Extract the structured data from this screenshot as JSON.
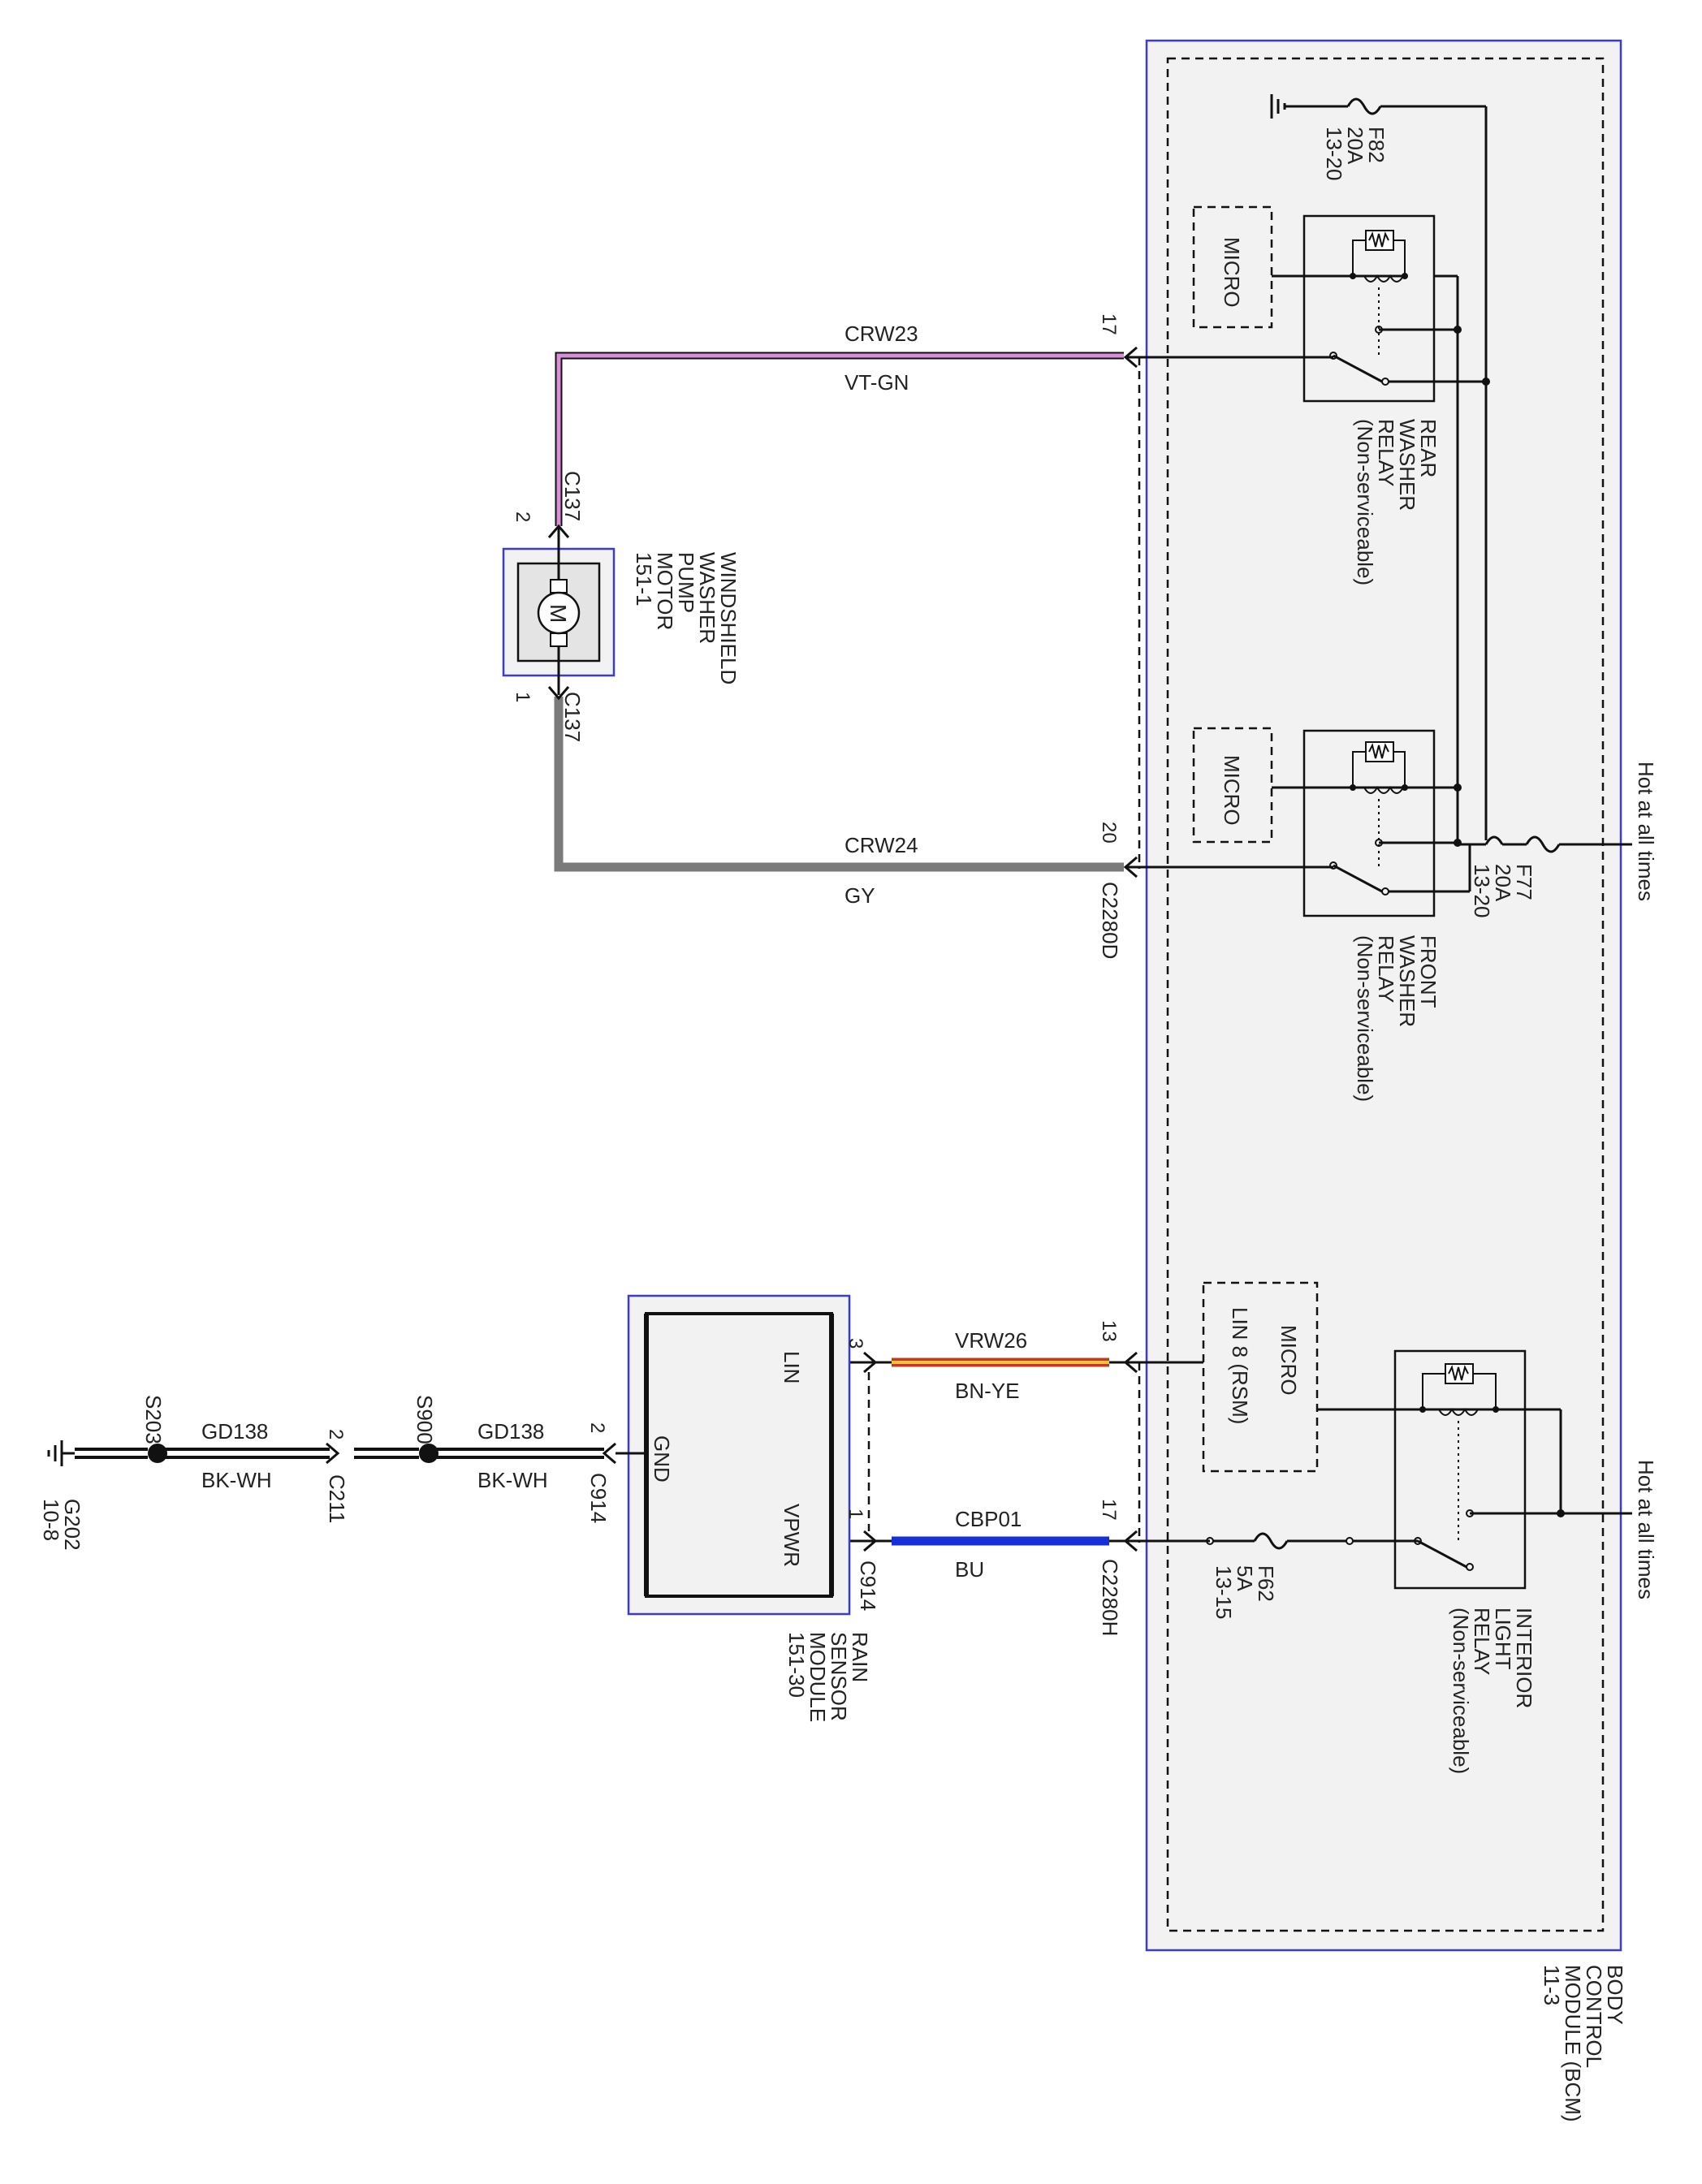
{
  "colors": {
    "vt_gn": "#d88fd8",
    "gy": "#7a7a7a",
    "bn_ye_outer": "#c0392b",
    "bn_ye_inner": "#f1c232",
    "bu": "#1530d8",
    "bk_wh": "#111111",
    "module_border": "#3a3ad8",
    "module_fill": "#f2f2f2"
  },
  "bcm": {
    "label": [
      "BODY",
      "CONTROL",
      "MODULE (BCM)",
      "11-3"
    ],
    "connector_d": "C2280D",
    "connector_h": "C2280H"
  },
  "fuses": {
    "f82": [
      "F82",
      "20A",
      "13-20"
    ],
    "f77": [
      "F77",
      "20A",
      "13-20"
    ],
    "f62": [
      "F62",
      "5A",
      "13-15"
    ]
  },
  "relays": {
    "rear": [
      "REAR",
      "WASHER",
      "RELAY",
      "(Non-serviceable)"
    ],
    "front": [
      "FRONT",
      "WASHER",
      "RELAY",
      "(Non-serviceable)"
    ],
    "interior": [
      "INTERIOR",
      "LIGHT",
      "RELAY",
      "(Non-serviceable)"
    ]
  },
  "micro": {
    "micro_rear": "MICRO",
    "micro_front": "MICRO",
    "micro_lin": "MICRO",
    "lin": "LIN 8 (RSM)"
  },
  "hot_at_all_times": [
    "Hot at all times",
    "Hot at all times"
  ],
  "pump": {
    "label": [
      "WINDSHIELD",
      "WASHER",
      "PUMP",
      "MOTOR",
      "151-1"
    ],
    "symbol": "M",
    "connector_top": "C137",
    "connector_bottom": "C137",
    "pin_top": "2",
    "pin_bottom": "1"
  },
  "rain_sensor": {
    "label": [
      "RAIN",
      "SENSOR",
      "MODULE",
      "151-30"
    ],
    "pins": [
      "LIN",
      "GND",
      "VPWR"
    ],
    "connector_gnd": "C914",
    "connector_vpwr": "C914",
    "pin_lin": "3",
    "pin_gnd": "2",
    "pin_vpwr": "1"
  },
  "wires": {
    "crw23": {
      "circuit": "CRW23",
      "color": "VT-GN",
      "bcm_pin": "17"
    },
    "crw24": {
      "circuit": "CRW24",
      "color": "GY",
      "bcm_pin": "20"
    },
    "vrw26": {
      "circuit": "VRW26",
      "color": "BN-YE",
      "bcm_pin": "13"
    },
    "cbp01": {
      "circuit": "CBP01",
      "color": "BU",
      "bcm_pin": "17"
    }
  },
  "ground": {
    "gd138_a": {
      "circuit": "GD138",
      "color": "BK-WH"
    },
    "gd138_b": {
      "circuit": "GD138",
      "color": "BK-WH"
    },
    "splice_s203": "S203",
    "splice_s900": "S900",
    "c211": "C211",
    "c211_pin": "2",
    "g202": [
      "G202",
      "10-8"
    ]
  }
}
